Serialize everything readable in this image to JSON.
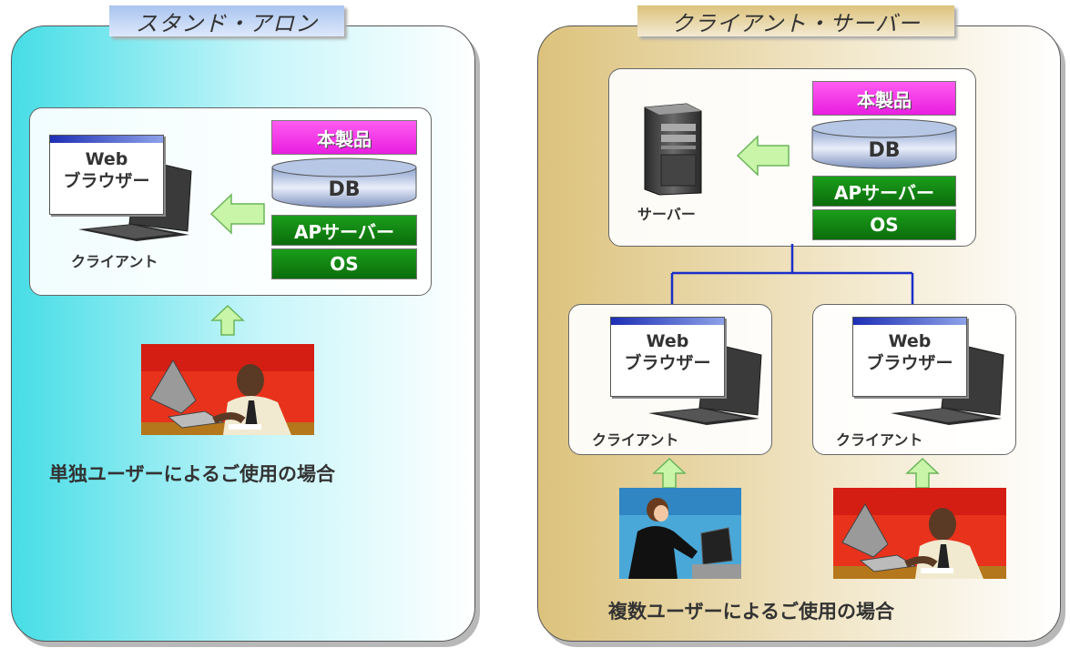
{
  "left_panel": {
    "title": "スタンド・アロン",
    "browser_line1": "Web",
    "browser_line2": "ブラウザー",
    "client_label": "クライアント",
    "stack": {
      "product": "本製品",
      "db": "DB",
      "ap_server": "APサーバー",
      "os": "OS"
    },
    "caption": "単独ユーザーによるご使用の場合"
  },
  "right_panel": {
    "title": "クライアント・サーバー",
    "server_label": "サーバー",
    "stack": {
      "product": "本製品",
      "db": "DB",
      "ap_server": "APサーバー",
      "os": "OS"
    },
    "client1": {
      "browser_line1": "Web",
      "browser_line2": "ブラウザー",
      "label": "クライアント"
    },
    "client2": {
      "browser_line1": "Web",
      "browser_line2": "ブラウザー",
      "label": "クライアント"
    },
    "caption": "複数ユーザーによるご使用の場合"
  },
  "colors": {
    "left_bg": "#46dde6",
    "right_bg": "#dcc27c",
    "product": "#e81ee0",
    "green": "#0b6d0b",
    "db": "#9fb4d8",
    "connector": "#1a2fc8",
    "arrow": "#a8f07e"
  }
}
